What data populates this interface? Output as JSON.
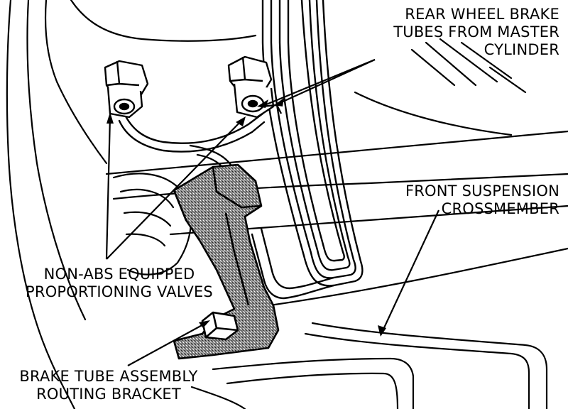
{
  "labels": {
    "rear_tubes": [
      "REAR WHEEL BRAKE",
      "TUBES FROM MASTER",
      "CYLINDER"
    ],
    "crossmember": [
      "FRONT SUSPENSION",
      "CROSSMEMBER"
    ],
    "valves": [
      "NON-ABS EQUIPPED",
      "PROPORTIONING VALVES"
    ],
    "bracket": [
      "BRAKE TUBE ASSEMBLY",
      "ROUTING BRACKET"
    ]
  },
  "colors": {
    "ink": "#000000",
    "paper": "#ffffff",
    "bracket_fill": "#777777"
  }
}
